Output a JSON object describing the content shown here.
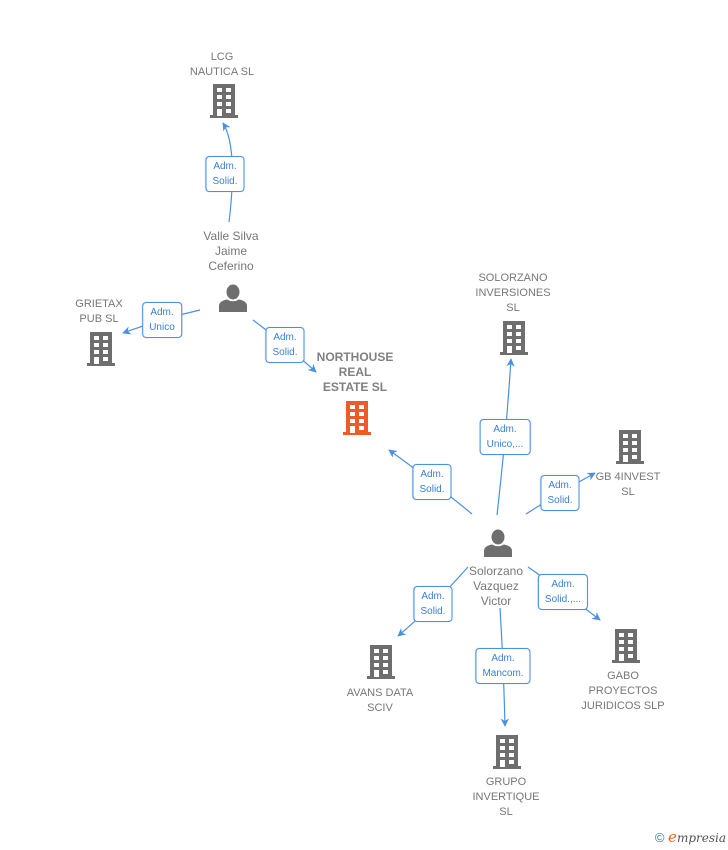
{
  "colors": {
    "edge": "#4a90e2",
    "edge_text": "#3a7fd5",
    "node_gray": "#6e6e6e",
    "node_main": "#f05a28",
    "label_gray": "#777777"
  },
  "nodes": [
    {
      "id": "lcg",
      "type": "company",
      "label": "LCG\nNAUTICA  SL",
      "icon": "building-icon"
    },
    {
      "id": "valle",
      "type": "person",
      "label": "Valle Silva\nJaime\nCeferino",
      "icon": "person-icon"
    },
    {
      "id": "grietax",
      "type": "company",
      "label": "GRIETAX\nPUB  SL",
      "icon": "building-icon"
    },
    {
      "id": "northouse",
      "type": "company-main",
      "label": "NORTHOUSE\nREAL\nESTATE  SL",
      "icon": "building-icon"
    },
    {
      "id": "solorzano_inv",
      "type": "company",
      "label": "SOLORZANO\nINVERSIONES\nSL",
      "icon": "building-icon"
    },
    {
      "id": "gb4invest",
      "type": "company",
      "label": "GB 4INVEST\nSL",
      "icon": "building-icon"
    },
    {
      "id": "solorzano_victor",
      "type": "person",
      "label": "Solorzano\nVazquez\nVictor",
      "icon": "person-icon"
    },
    {
      "id": "avans",
      "type": "company",
      "label": "AVANS DATA\nSCIV",
      "icon": "building-icon"
    },
    {
      "id": "gabo",
      "type": "company",
      "label": "GABO\nPROYECTOS\nJURIDICOS  SLP",
      "icon": "building-icon"
    },
    {
      "id": "grupo",
      "type": "company",
      "label": "GRUPO\nINVERTIQUE\nSL",
      "icon": "building-icon"
    }
  ],
  "edges": [
    {
      "from": "valle",
      "to": "lcg",
      "label": "Adm.\nSolid."
    },
    {
      "from": "valle",
      "to": "grietax",
      "label": "Adm.\nUnico"
    },
    {
      "from": "valle",
      "to": "northouse",
      "label": "Adm.\nSolid."
    },
    {
      "from": "solorzano_victor",
      "to": "northouse",
      "label": "Adm.\nSolid."
    },
    {
      "from": "solorzano_victor",
      "to": "solorzano_inv",
      "label": "Adm.\nUnico,..."
    },
    {
      "from": "solorzano_victor",
      "to": "gb4invest",
      "label": "Adm.\nSolid."
    },
    {
      "from": "solorzano_victor",
      "to": "avans",
      "label": "Adm.\nSolid."
    },
    {
      "from": "solorzano_victor",
      "to": "gabo",
      "label": "Adm.\nSolid.,..."
    },
    {
      "from": "solorzano_victor",
      "to": "grupo",
      "label": "Adm.\nMancom."
    }
  ],
  "footer": {
    "copyright_symbol": "©",
    "brand_initial": "e",
    "brand_rest": "mpresia"
  }
}
